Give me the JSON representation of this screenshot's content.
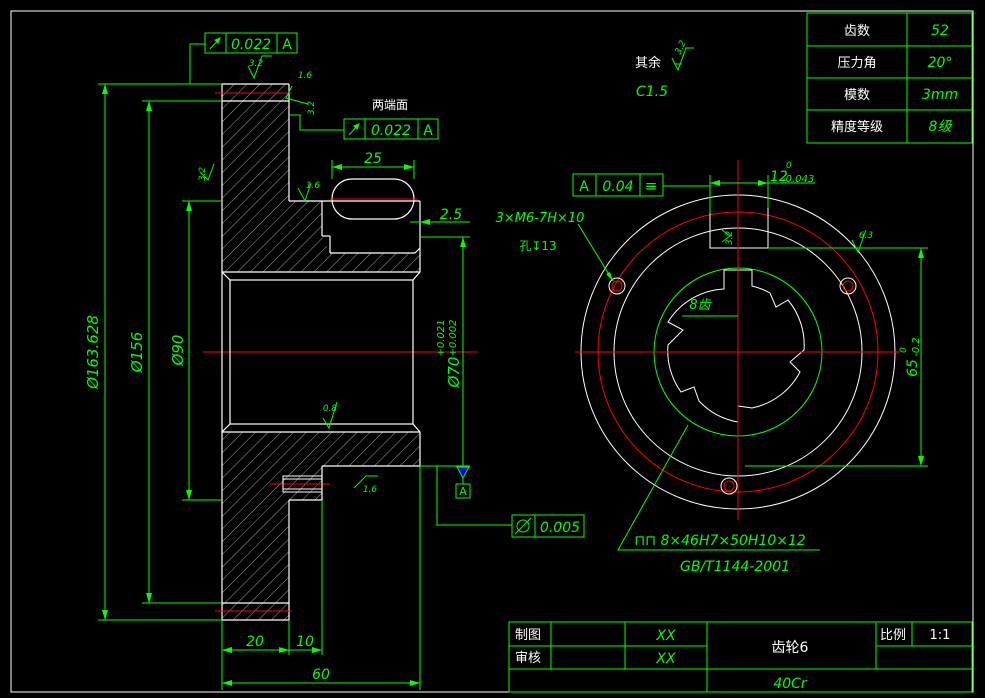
{
  "gear_params": {
    "rows": [
      {
        "label": "齿数",
        "value": "52"
      },
      {
        "label": "压力角",
        "value": "20°"
      },
      {
        "label": "模数",
        "value": "3mm"
      },
      {
        "label": "精度等级",
        "value": "8级"
      }
    ]
  },
  "title_block": {
    "drawn_label": "制图",
    "drawn_value": "XX",
    "checked_label": "审核",
    "checked_value": "XX",
    "part_name": "齿轮6",
    "scale_label": "比例",
    "scale_value": "1:1",
    "material": "40Cr"
  },
  "notes": {
    "rest_roughness_label": "其余",
    "rest_roughness_value": "3.2",
    "chamfer": "C1.5",
    "both_end_faces": "两端面"
  },
  "dims": {
    "tip_diameter": "Ø163.628",
    "diameter_156": "Ø156",
    "diameter_90": "Ø90",
    "bore": "Ø70",
    "bore_tol_upper": "+0.021",
    "bore_tol_lower": "+0.002",
    "slot_25": "25",
    "depth_2_5": "2.5",
    "width_20": "20",
    "width_10": "10",
    "width_60": "60",
    "keyway_12": "12",
    "keyway_12_tol_upper": "0",
    "keyway_12_tol_lower": "-0.043",
    "dim_65": "65",
    "dim_65_tol_upper": "0",
    "dim_65_tol_lower": "-0.2",
    "teeth_8": "8齿",
    "threaded_holes": "3×M6-7H×10",
    "hole_depth": "孔↧13",
    "spline_spec": "⊓⊓ 8×46H7×50H10×12",
    "standard": "GB/T1144-2001"
  },
  "roughness": {
    "r1": "3.2",
    "r2": "1.6",
    "r3": "3.2",
    "r4": "3.2",
    "r5": "1.6",
    "r6": "0.8",
    "r7": "1.6",
    "r8": "3.2",
    "r9": "6.3"
  },
  "tolerances": {
    "runout_top_value": "0.022",
    "runout_top_datum": "A",
    "runout_mid_value": "0.022",
    "runout_mid_datum": "A",
    "symmetry_datum": "A",
    "symmetry_value": "0.04",
    "symmetry_symbol": "≡",
    "cylindricity_value": "0.005",
    "datum_label": "A"
  }
}
